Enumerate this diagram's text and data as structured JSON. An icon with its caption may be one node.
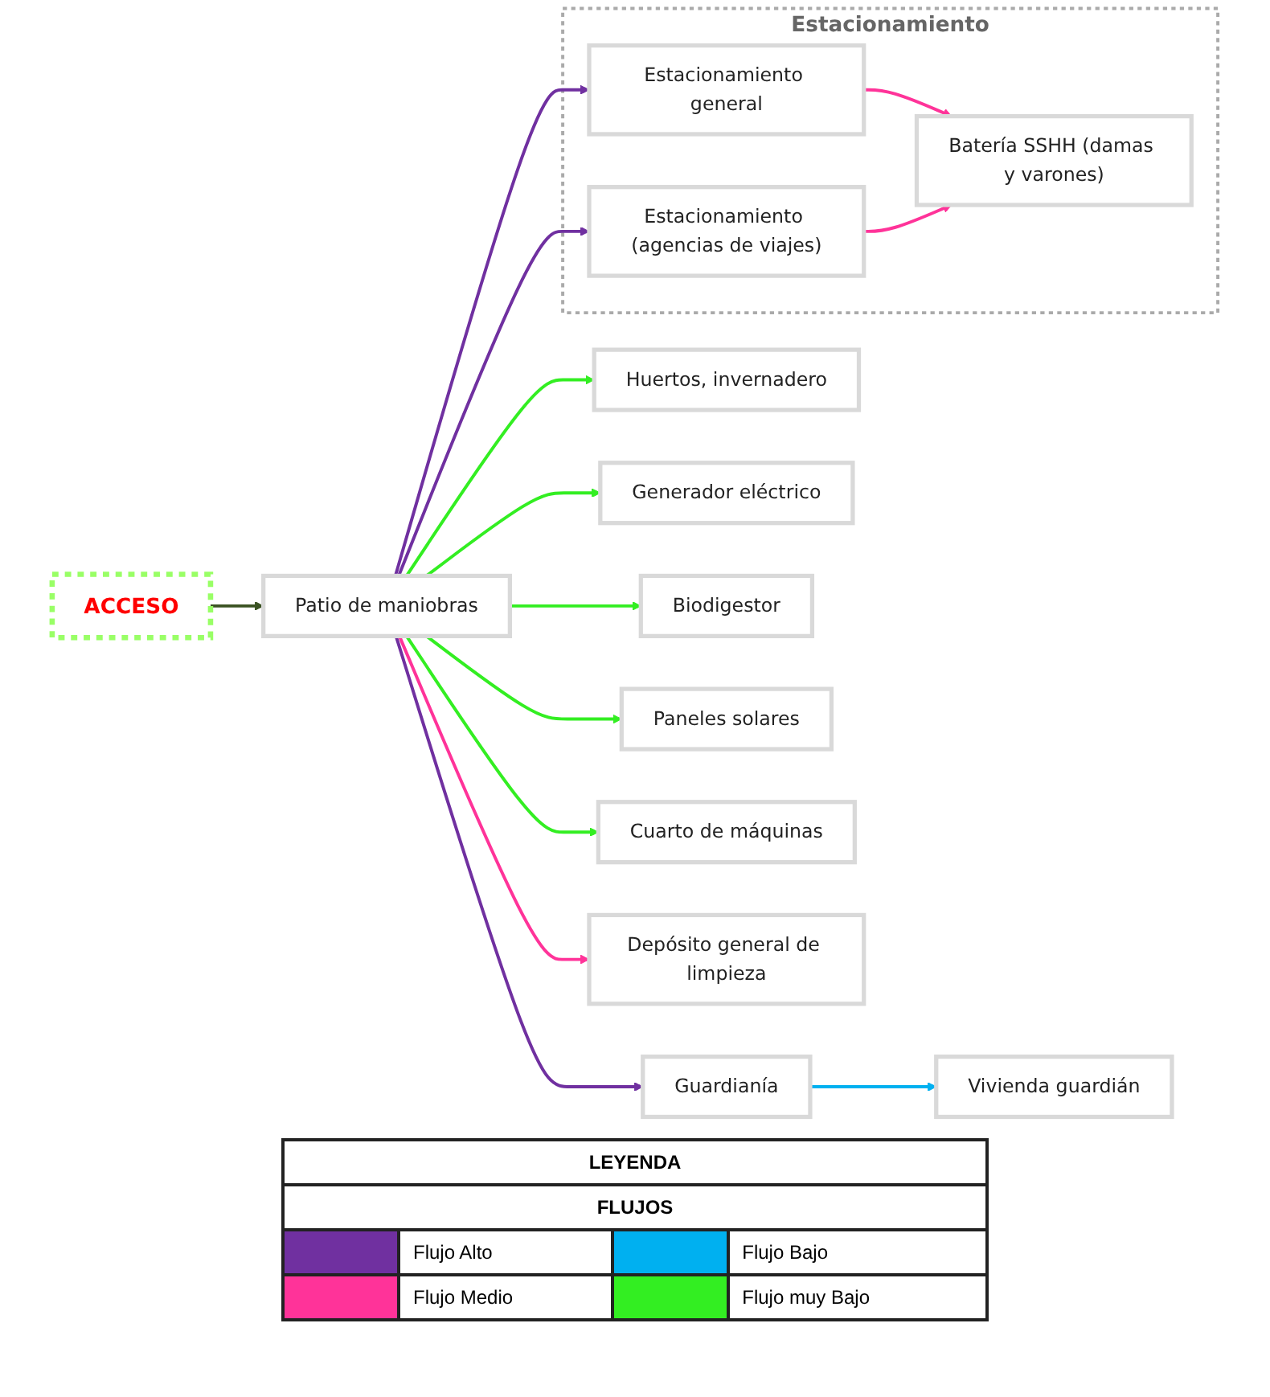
{
  "diagram": {
    "nodes": [
      {
        "text": [
          "Estacionamiento"
        ]
      },
      {
        "text": [
          "Batería SSHH (damas y varones)"
        ],
        "in": 0
      },
      {
        "text": [
          "Estacionamiento general"
        ],
        "in": 0
      },
      {
        "text": [
          "Estacionamiento (agencias de viajes)"
        ],
        "in": 0
      },
      {
        "text": [
          "Huertos, invernadero"
        ]
      },
      {
        "text": [
          "Patio de maniobras"
        ]
      },
      {
        "text": [
          "Generador eléctrico"
        ]
      },
      {
        "text": [
          "Biodigestor"
        ]
      },
      {
        "text": [
          "Paneles solares"
        ]
      },
      {
        "text": [
          "Cuarto de máquinas"
        ]
      },
      {
        "text": [
          "Guardianía"
        ]
      },
      {
        "text": [
          "Depósito general de limpieza"
        ]
      },
      {
        "text": [
          "Vivienda guardián"
        ]
      },
      {
        "text": [
          "ACCESO"
        ]
      }
    ],
    "edges": [
      {
        "from": 2,
        "to": 1,
        "arrow": "to",
        "color": "#ff3399"
      },
      {
        "from": 3,
        "to": 1,
        "arrow": "to",
        "color": "#ff3399"
      },
      {
        "from": 5,
        "to": 2,
        "arrow": "to",
        "color": "#7030a0"
      },
      {
        "from": 5,
        "to": 3,
        "arrow": "to",
        "color": "#7030a0"
      },
      {
        "from": 5,
        "to": 4,
        "arrow": "to",
        "color": "#33ee22"
      },
      {
        "from": 5,
        "to": 6,
        "arrow": "to",
        "color": "#33ee22"
      },
      {
        "from": 5,
        "to": 7,
        "arrow": "to",
        "color": "#33ee22"
      },
      {
        "from": 5,
        "to": 8,
        "arrow": "to",
        "color": "#33ee22"
      },
      {
        "from": 5,
        "to": 9,
        "arrow": "to",
        "color": "#33ee22"
      },
      {
        "from": 5,
        "to": 10,
        "arrow": "to",
        "color": "#7030a0"
      },
      {
        "from": 5,
        "to": 11,
        "arrow": "to",
        "color": "#ff3399"
      },
      {
        "from": 10,
        "to": 12,
        "arrow": "to",
        "color": "#00b0f0"
      },
      {
        "from": 13,
        "to": 5,
        "arrow": "to",
        "color": "#3b5323"
      }
    ],
    "labels": [
      "LEYENDA",
      "FLUJOS"
    ],
    "legend": [
      {
        "text": "Flujo Alto",
        "color": "#7030a0"
      },
      {
        "text": "Flujo Bajo",
        "color": "#00b0f0"
      },
      {
        "text": "Flujo Medio",
        "color": "#ff3399"
      },
      {
        "text": "Flujo muy Bajo",
        "color": "#33ee22"
      }
    ]
  }
}
